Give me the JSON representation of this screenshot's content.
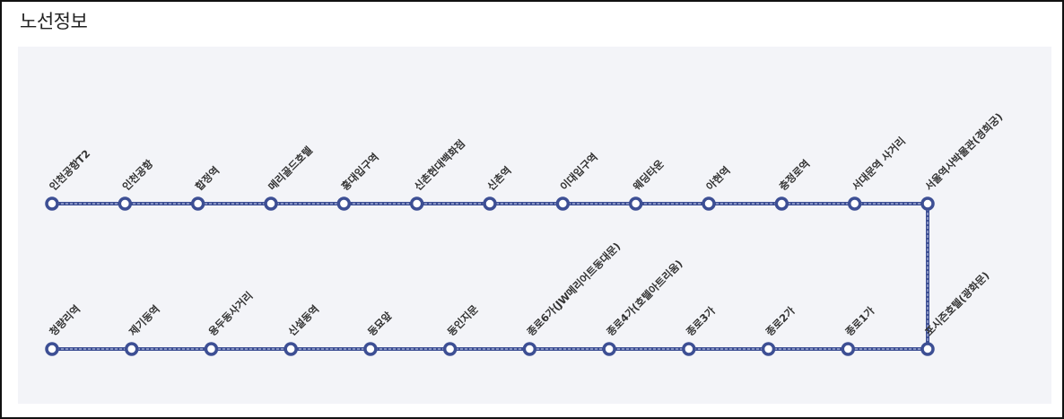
{
  "header": {
    "title": "노선정보"
  },
  "colors": {
    "line": "#3d4f94",
    "line_dash": "#cdd4f0",
    "panel_bg": "#f3f4f8",
    "stop_fill": "#ffffff"
  },
  "route": {
    "top_row": [
      "인천공항T2",
      "인천공항",
      "합정역",
      "메리골드호텔",
      "홍대입구역",
      "신촌현대백화점",
      "신촌역",
      "이대입구역",
      "웨딩타운",
      "아현역",
      "충정로역",
      "서대문역 사거리",
      "서울역사박물관(경희궁)"
    ],
    "bottom_row": [
      "청량리역",
      "제기동역",
      "용두동사거리",
      "신설동역",
      "동묘앞",
      "동인지문",
      "종로6가(JW메리어트동대문)",
      "종로4가(호텔아트리움)",
      "종로3가",
      "종로2가",
      "종로1가",
      "포시즌호텔(광화문)"
    ]
  }
}
